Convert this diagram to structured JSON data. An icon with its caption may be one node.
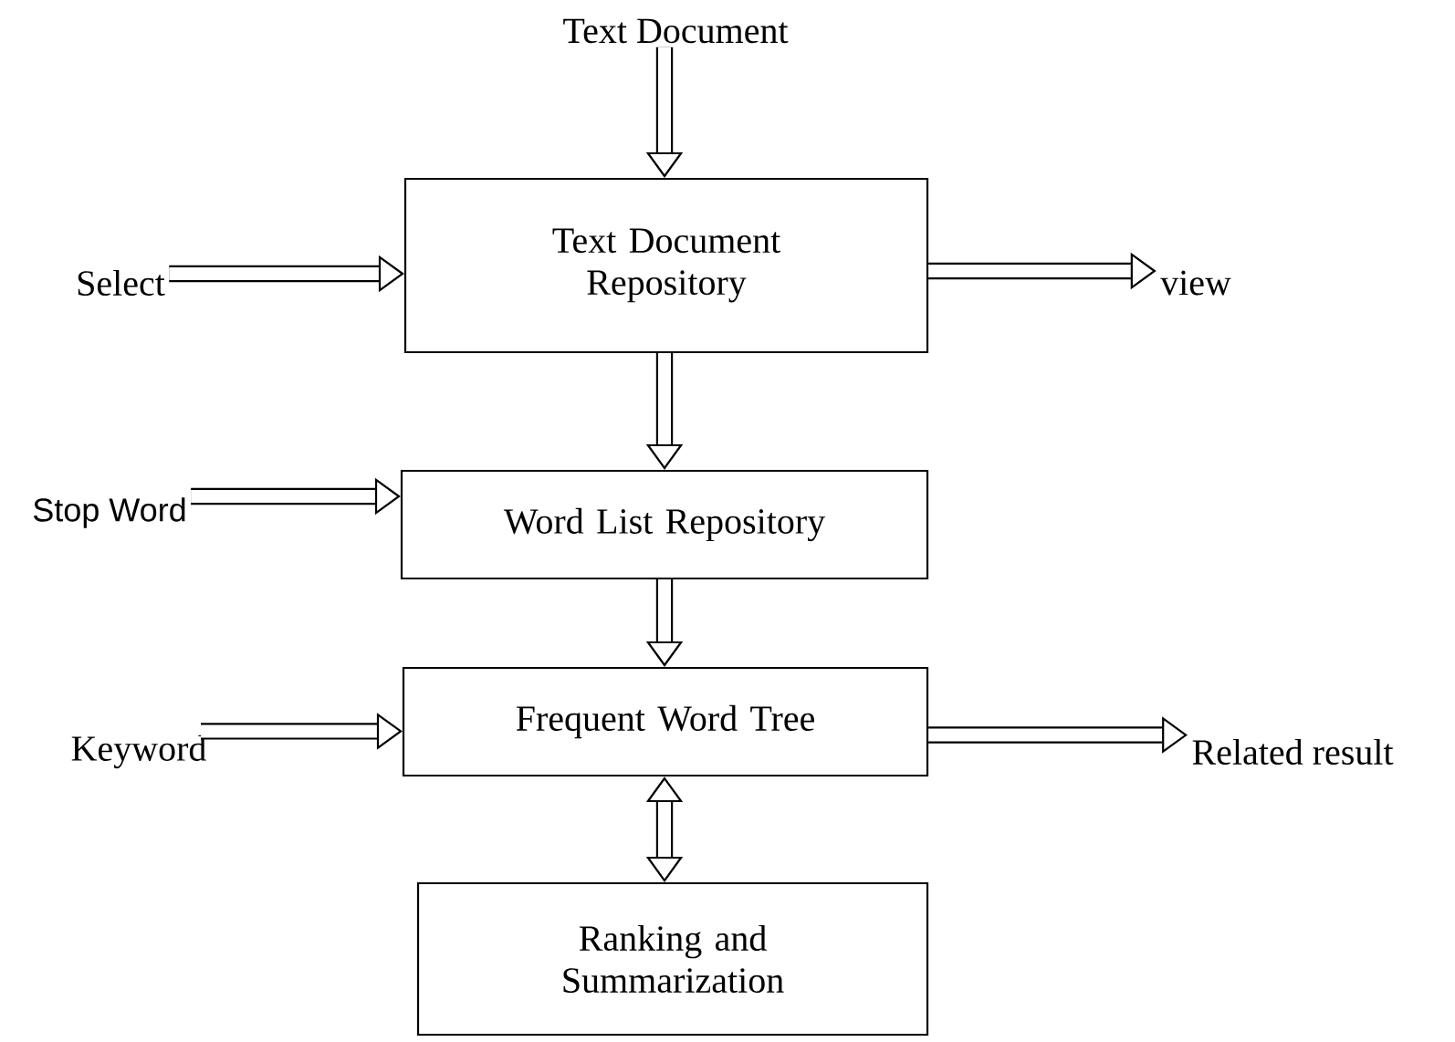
{
  "diagram": {
    "nodes": [
      {
        "text": [
          "Text Document"
        ]
      },
      {
        "text": [
          "Text Document Repository"
        ]
      },
      {
        "text": [
          "Select"
        ]
      },
      {
        "text": [
          "view"
        ]
      },
      {
        "text": [
          "Stop Word"
        ]
      },
      {
        "text": [
          "Word List Repository"
        ]
      },
      {
        "text": [
          "Keyword"
        ]
      },
      {
        "text": [
          "Frequent Word Tree"
        ]
      },
      {
        "text": [
          "Related result"
        ]
      },
      {
        "text": [
          "Ranking and Summarization"
        ]
      }
    ],
    "edges": [
      {
        "from": 0,
        "to": 1,
        "arrow": "to"
      },
      {
        "from": 2,
        "to": 1,
        "arrow": "to"
      },
      {
        "from": 1,
        "to": 3,
        "arrow": "to"
      },
      {
        "from": 1,
        "to": 5,
        "arrow": "to"
      },
      {
        "from": 4,
        "to": 5,
        "arrow": "to"
      },
      {
        "from": 5,
        "to": 7,
        "arrow": "to"
      },
      {
        "from": 6,
        "to": 7,
        "arrow": "to"
      },
      {
        "from": 7,
        "to": 8,
        "arrow": "to"
      },
      {
        "from": 7,
        "to": 9,
        "arrow": "both"
      }
    ]
  }
}
